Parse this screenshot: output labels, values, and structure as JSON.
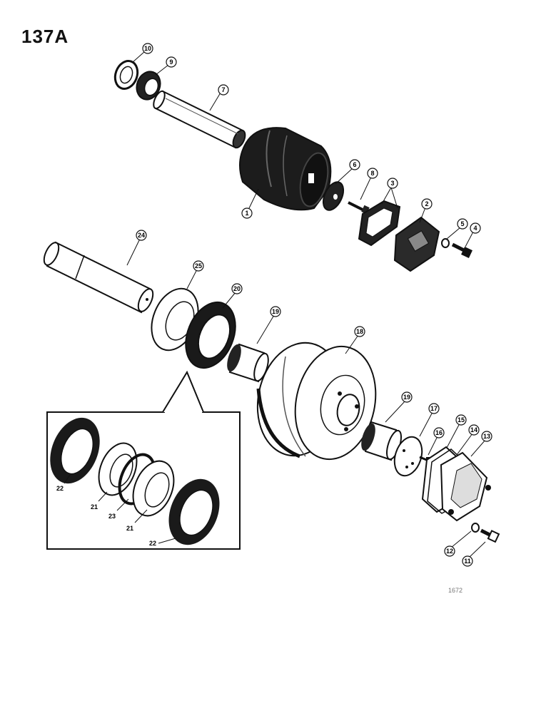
{
  "page": {
    "number": "137A",
    "ref_code": "1672"
  },
  "callouts": [
    "1",
    "2",
    "3",
    "4",
    "5",
    "6",
    "7",
    "8",
    "9",
    "10",
    "11",
    "12",
    "13",
    "14",
    "15",
    "16",
    "17",
    "18",
    "19",
    "19",
    "20",
    "24",
    "25"
  ],
  "inset_labels": [
    "22",
    "21",
    "23",
    "21",
    "22"
  ]
}
